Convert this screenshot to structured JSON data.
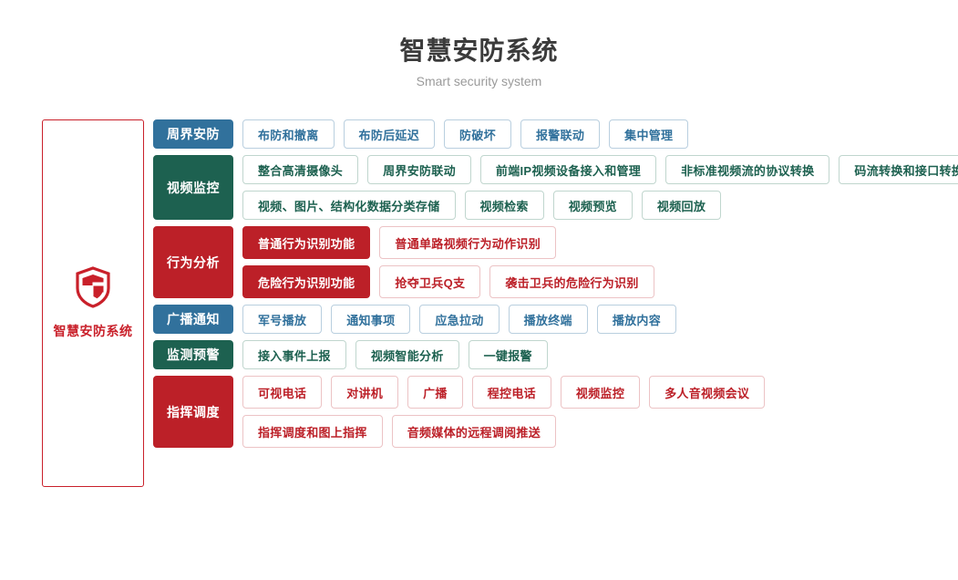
{
  "header": {
    "title": "智慧安防系统",
    "subtitle": "Smart security system"
  },
  "sidebar": {
    "icon": "shield-icon",
    "brand": "智慧安防系统",
    "border_color": "#c9202a",
    "brand_color": "#c9202a"
  },
  "colors": {
    "blue": "#31719c",
    "green": "#1d6150",
    "red": "#bc2028",
    "title": "#3b3b3b",
    "subtitle": "#9a9a9a"
  },
  "categories": [
    {
      "label": "周界安防",
      "theme": "blue",
      "lines": [
        [
          {
            "label": "布防和撤离",
            "filled": false
          },
          {
            "label": "布防后延迟",
            "filled": false
          },
          {
            "label": "防破坏",
            "filled": false
          },
          {
            "label": "报警联动",
            "filled": false
          },
          {
            "label": "集中管理",
            "filled": false
          }
        ]
      ]
    },
    {
      "label": "视频监控",
      "theme": "green",
      "lines": [
        [
          {
            "label": "整合高清摄像头",
            "filled": false
          },
          {
            "label": "周界安防联动",
            "filled": false
          },
          {
            "label": "前端IP视频设备接入和管理",
            "filled": false
          },
          {
            "label": "非标准视频流的协议转换",
            "filled": false
          },
          {
            "label": "码流转换和接口转换",
            "filled": false
          }
        ],
        [
          {
            "label": "视频、图片、结构化数据分类存储",
            "filled": false
          },
          {
            "label": "视频检索",
            "filled": false
          },
          {
            "label": "视频预览",
            "filled": false
          },
          {
            "label": "视频回放",
            "filled": false
          }
        ]
      ]
    },
    {
      "label": "行为分析",
      "theme": "red",
      "lines": [
        [
          {
            "label": "普通行为识别功能",
            "filled": true
          },
          {
            "label": "普通单路视频行为动作识别",
            "filled": false
          }
        ],
        [
          {
            "label": "危险行为识别功能",
            "filled": true
          },
          {
            "label": "抢夺卫兵Q支",
            "filled": false
          },
          {
            "label": "袭击卫兵的危险行为识别",
            "filled": false
          }
        ]
      ]
    },
    {
      "label": "广播通知",
      "theme": "blue",
      "lines": [
        [
          {
            "label": "军号播放",
            "filled": false
          },
          {
            "label": "通知事项",
            "filled": false
          },
          {
            "label": "应急拉动",
            "filled": false
          },
          {
            "label": "播放终端",
            "filled": false
          },
          {
            "label": "播放内容",
            "filled": false
          }
        ]
      ]
    },
    {
      "label": "监测预警",
      "theme": "green",
      "lines": [
        [
          {
            "label": "接入事件上报",
            "filled": false
          },
          {
            "label": "视频智能分析",
            "filled": false
          },
          {
            "label": "一键报警",
            "filled": false
          }
        ]
      ]
    },
    {
      "label": "指挥调度",
      "theme": "red",
      "lines": [
        [
          {
            "label": "可视电话",
            "filled": false
          },
          {
            "label": "对讲机",
            "filled": false
          },
          {
            "label": "广播",
            "filled": false
          },
          {
            "label": "程控电话",
            "filled": false
          },
          {
            "label": "视频监控",
            "filled": false
          },
          {
            "label": "多人音视频会议",
            "filled": false
          }
        ],
        [
          {
            "label": "指挥调度和图上指挥",
            "filled": false
          },
          {
            "label": "音频媒体的远程调阅推送",
            "filled": false
          }
        ]
      ]
    }
  ]
}
